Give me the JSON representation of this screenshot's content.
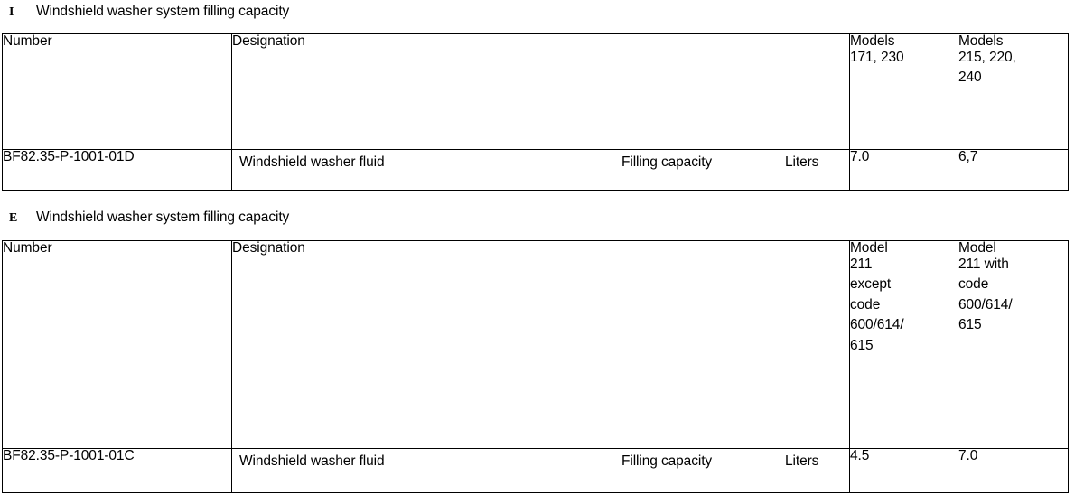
{
  "document": {
    "sections": [
      {
        "id": "section-I",
        "label": "I",
        "title": "Windshield washer system filling capacity",
        "table": {
          "header": {
            "number": "Number",
            "designation": "Designation",
            "value_col_1": [
              "Models",
              "171, 230"
            ],
            "value_col_2": [
              "Models",
              "215, 220,",
              "240"
            ]
          },
          "rows": [
            {
              "number": "BF82.35-P-1001-01D",
              "designation": "Windshield washer fluid",
              "property": "Filling capacity",
              "unit": "Liters",
              "value_1": "7.0",
              "value_2": "6,7"
            }
          ]
        }
      },
      {
        "id": "section-E",
        "label": "E",
        "title": "Windshield washer system filling capacity",
        "table": {
          "header": {
            "number": "Number",
            "designation": "Designation",
            "value_col_1": [
              "Model",
              "211",
              "except",
              "code",
              "600/614/",
              "615"
            ],
            "value_col_2": [
              "Model",
              "211 with",
              "code",
              "600/614/",
              "615"
            ]
          },
          "rows": [
            {
              "number": "BF82.35-P-1001-01C",
              "designation": "Windshield washer fluid",
              "property": "Filling capacity",
              "unit": "Liters",
              "value_1": "4.5",
              "value_2": "7.0"
            }
          ]
        }
      }
    ]
  }
}
